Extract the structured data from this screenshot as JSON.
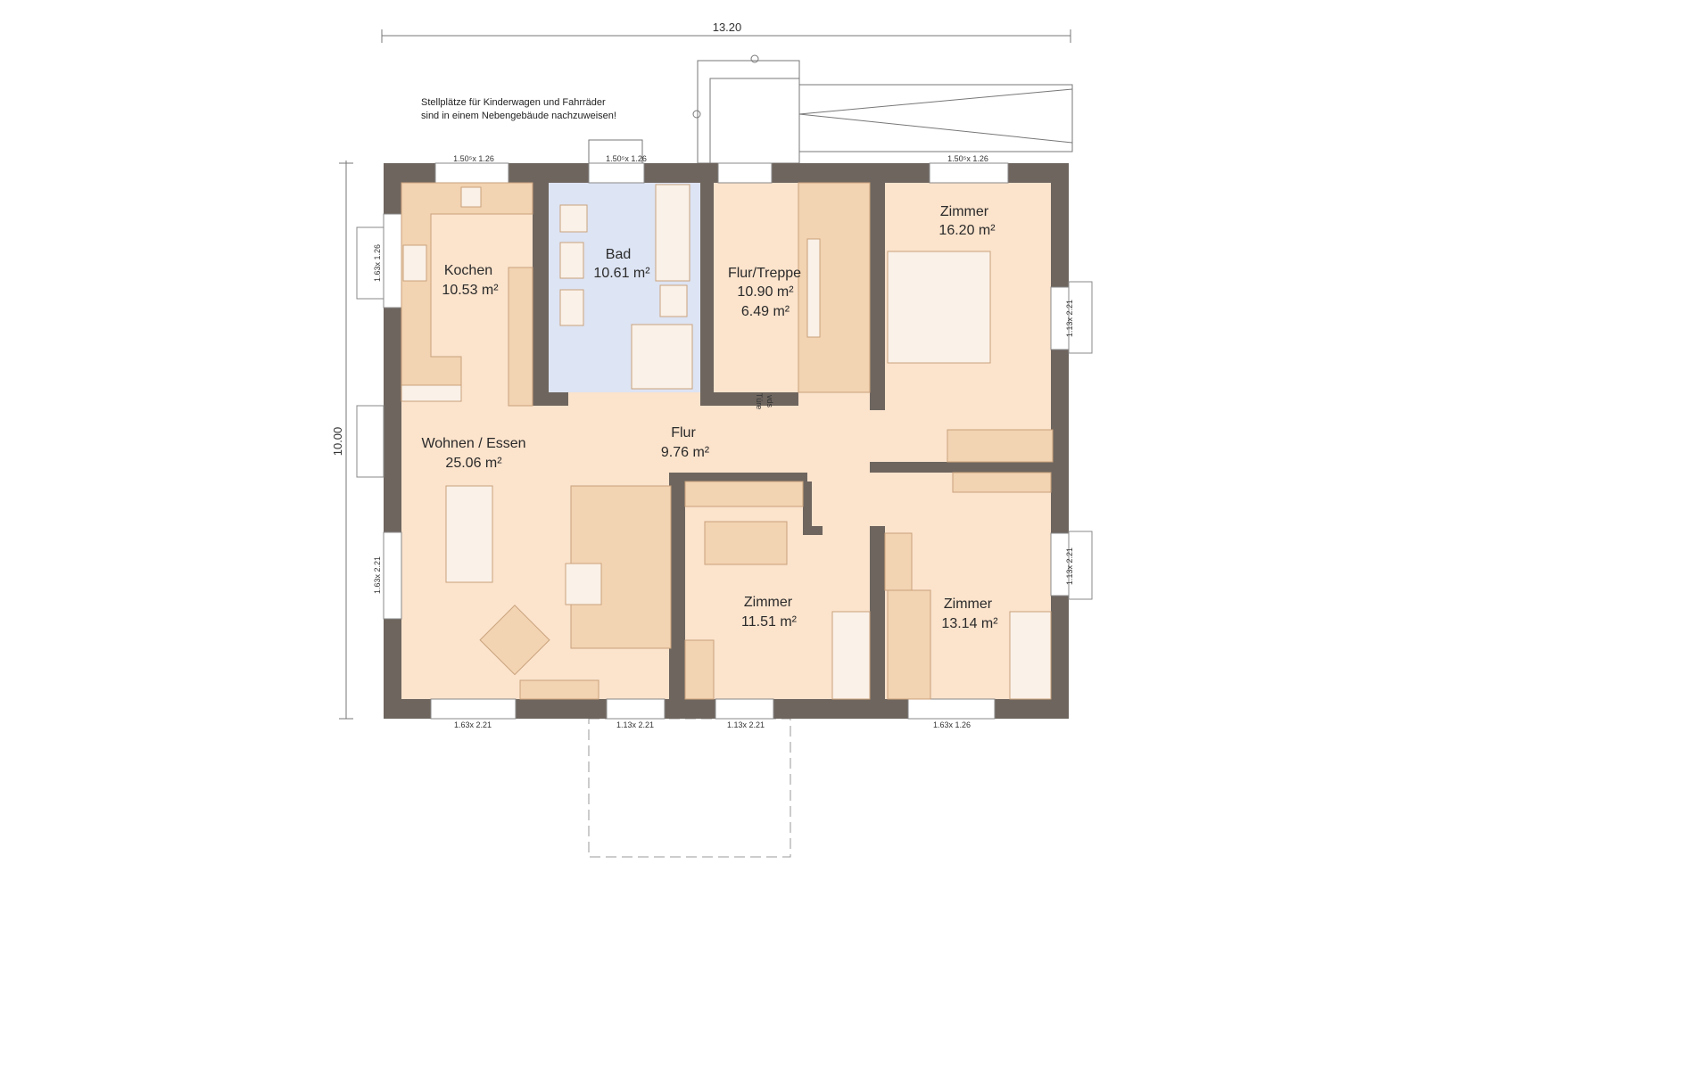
{
  "plan": {
    "overall_width": "13.20",
    "overall_depth": "10.00",
    "note_lines": [
      "Stellplätze für Kinderwagen und Fahrräder",
      "sind in einem Nebengebäude nachzuweisen!"
    ],
    "rooms": [
      {
        "name": "Kochen",
        "area": "10.53 m²"
      },
      {
        "name": "Bad",
        "area": "10.61 m²"
      },
      {
        "name": "Flur/Treppe",
        "area": "10.90 m²",
        "area2": "6.49 m²"
      },
      {
        "name": "Zimmer",
        "area": "16.20 m²"
      },
      {
        "name": "Wohnen / Essen",
        "area": "25.06 m²"
      },
      {
        "name": "Flur",
        "area": "9.76 m²"
      },
      {
        "name": "Zimmer",
        "area": "11.51 m²"
      },
      {
        "name": "Zimmer",
        "area": "13.14 m²"
      }
    ],
    "door_label": [
      "Türe",
      "vds"
    ],
    "windows": {
      "top": [
        "1.50⁵x 1.26",
        "1.50⁵x 1.26",
        "1.50⁵x 1.26"
      ],
      "left": [
        "1.63x 1.26",
        "1.63x 2.21"
      ],
      "right": [
        "1.13x 2.21",
        "1.13x 2.21"
      ],
      "bottom": [
        "1.63x 2.21",
        "1.13x 2.21",
        "1.13x 2.21",
        "1.63x 1.26"
      ]
    },
    "colors": {
      "wall": "#6e655e",
      "floor": "#fbe3cc",
      "bath": "#dde4f3",
      "furniture": "#f2d3b2"
    }
  }
}
